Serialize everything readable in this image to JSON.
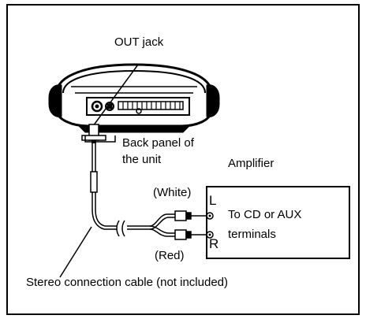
{
  "labels": {
    "out_jack": "OUT jack",
    "back_panel_line1": "Back panel of",
    "back_panel_line2": "the unit",
    "amplifier": "Amplifier",
    "white": "(White)",
    "red": "(Red)",
    "channel_left": "L",
    "channel_right": "R",
    "to_cd_aux": "To CD or AUX",
    "terminals": "terminals",
    "cable_caption": "Stereo connection cable (not included)"
  },
  "colors": {
    "ink": "#000000",
    "background": "#ffffff"
  }
}
